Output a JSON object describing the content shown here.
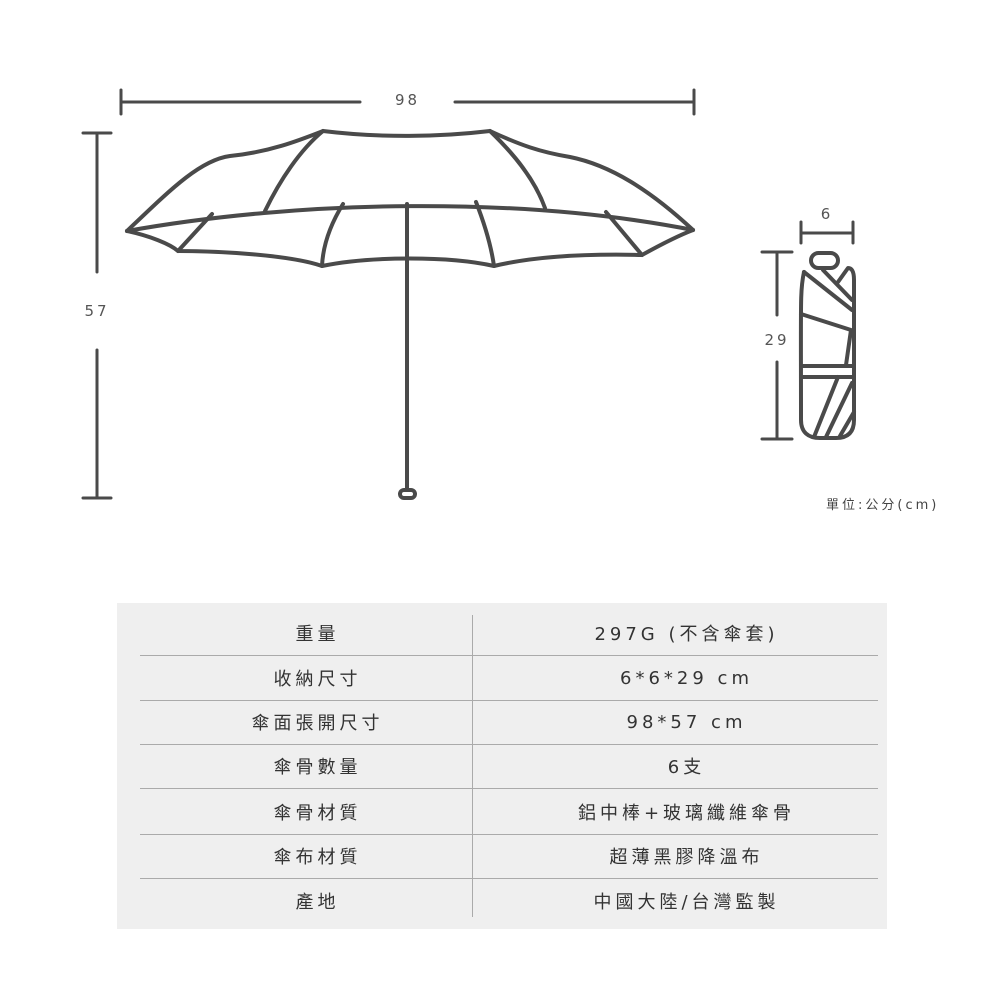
{
  "dimensions": {
    "umbrella_width": "98",
    "umbrella_height": "57",
    "folded_width": "6",
    "folded_height": "29",
    "unit_note": "單位:公分(cm)"
  },
  "specs": [
    {
      "label": "重量",
      "value": "297G (不含傘套)"
    },
    {
      "label": "收納尺寸",
      "value": "6*6*29 cm"
    },
    {
      "label": "傘面張開尺寸",
      "value": "98*57 cm"
    },
    {
      "label": "傘骨數量",
      "value": "6支"
    },
    {
      "label": "傘骨材質",
      "value": "鋁中棒+玻璃纖維傘骨"
    },
    {
      "label": "傘布材質",
      "value": "超薄黑膠降溫布"
    },
    {
      "label": "產地",
      "value": "中國大陸/台灣監製"
    }
  ],
  "colors": {
    "line": "#4a4a4a",
    "table_bg": "#efefef"
  }
}
